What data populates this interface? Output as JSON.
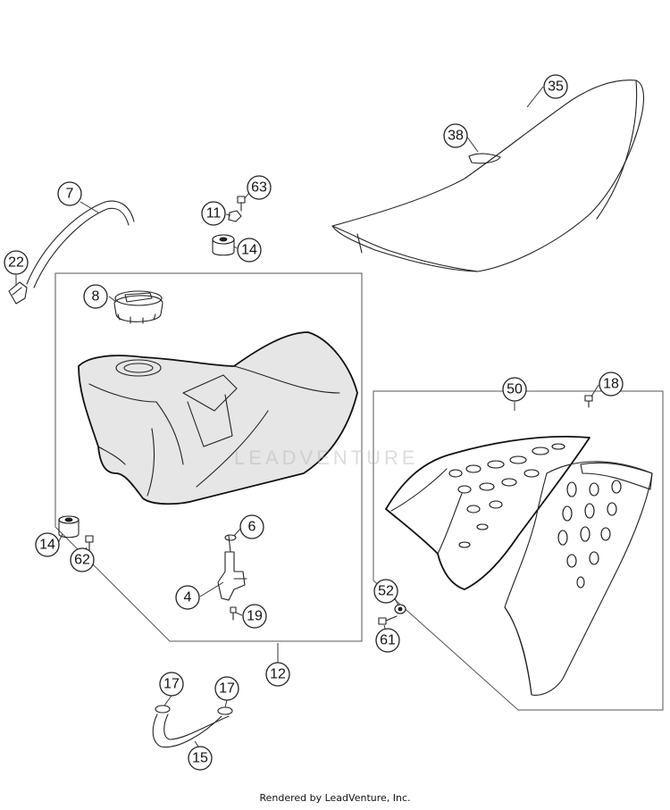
{
  "callouts": [
    {
      "id": "35",
      "label": "35"
    },
    {
      "id": "38",
      "label": "38"
    },
    {
      "id": "7",
      "label": "7"
    },
    {
      "id": "63",
      "label": "63"
    },
    {
      "id": "11",
      "label": "11"
    },
    {
      "id": "14a",
      "label": "14"
    },
    {
      "id": "22",
      "label": "22"
    },
    {
      "id": "8",
      "label": "8"
    },
    {
      "id": "18",
      "label": "18"
    },
    {
      "id": "50",
      "label": "50"
    },
    {
      "id": "6",
      "label": "6"
    },
    {
      "id": "14b",
      "label": "14"
    },
    {
      "id": "62",
      "label": "62"
    },
    {
      "id": "4",
      "label": "4"
    },
    {
      "id": "19",
      "label": "19"
    },
    {
      "id": "52",
      "label": "52"
    },
    {
      "id": "61",
      "label": "61"
    },
    {
      "id": "12",
      "label": "12"
    },
    {
      "id": "17a",
      "label": "17"
    },
    {
      "id": "17b",
      "label": "17"
    },
    {
      "id": "15",
      "label": "15"
    }
  ],
  "watermark": "LEADVENTURE",
  "footer": "Rendered by LeadVenture, Inc."
}
